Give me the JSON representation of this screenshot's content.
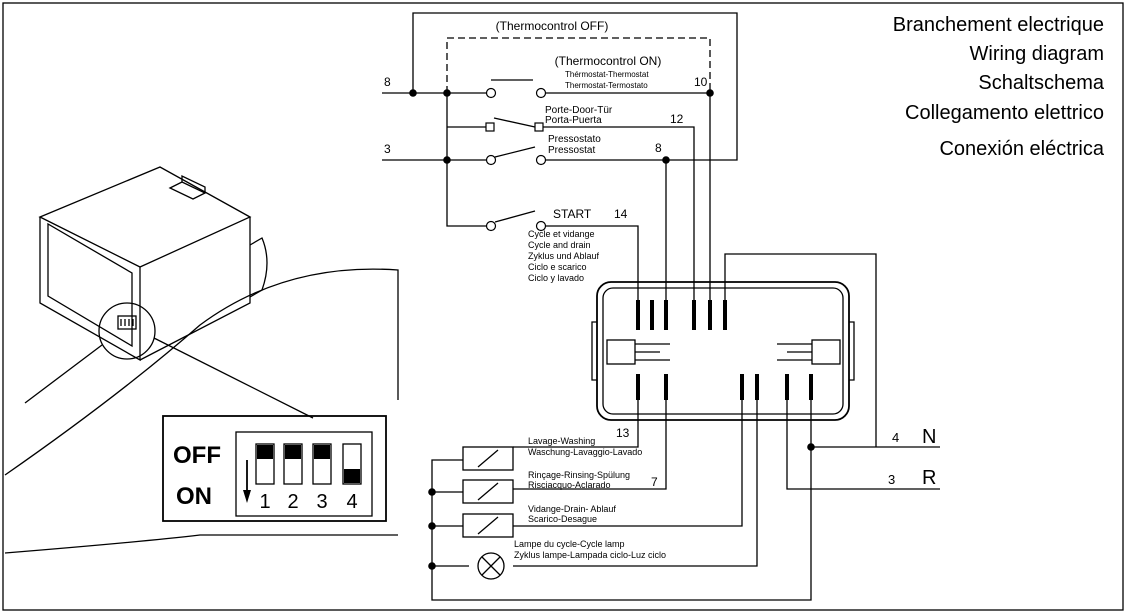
{
  "title_lines": [
    "Branchement electrique",
    "Wiring diagram",
    "Schaltschema",
    "Collegamento elettrico",
    "Conexión eléctrica"
  ],
  "thermo": {
    "off": "(Thermocontrol OFF)",
    "on": "(Thermocontrol ON)",
    "name1": "Thérmostat-Thermostat",
    "name2": "Thermostat-Termostato"
  },
  "door": {
    "line1": "Porte-Door-Tür",
    "line2": "Porta-Puerta"
  },
  "pressure": {
    "line1": "Pressostato",
    "line2": "Pressostat"
  },
  "start": {
    "label": "START",
    "terminal": "14",
    "desc": [
      "Cycle et vidange",
      "Cycle and drain",
      "Zyklus und Ablauf",
      "Ciclo e scarico",
      "Ciclo y lavado"
    ]
  },
  "terminals": {
    "t8": "8",
    "t3": "3",
    "t10": "10",
    "t12": "12",
    "t8b": "8",
    "t13": "13",
    "t7": "7",
    "t4": "4",
    "t3b": "3"
  },
  "lines": {
    "neutral": "N",
    "phase": "R"
  },
  "loads": {
    "wash": [
      "Lavage-Washing",
      "Waschung-Lavaggio-Lavado"
    ],
    "rinse": [
      "Rinçage-Rinsing-Spülung",
      "Risciacquo-Aclarado"
    ],
    "drain": [
      "Vidange-Drain- Ablauf",
      "Scarico-Desague"
    ],
    "lamp": [
      "Lampe du cycle-Cycle lamp",
      "Zyklus lampe-Lampada ciclo-Luz ciclo"
    ]
  },
  "dip": {
    "off_label": "OFF",
    "on_label": "ON",
    "switches": [
      {
        "label": "1",
        "state": "OFF"
      },
      {
        "label": "2",
        "state": "OFF"
      },
      {
        "label": "3",
        "state": "OFF"
      },
      {
        "label": "4",
        "state": "ON"
      }
    ]
  }
}
